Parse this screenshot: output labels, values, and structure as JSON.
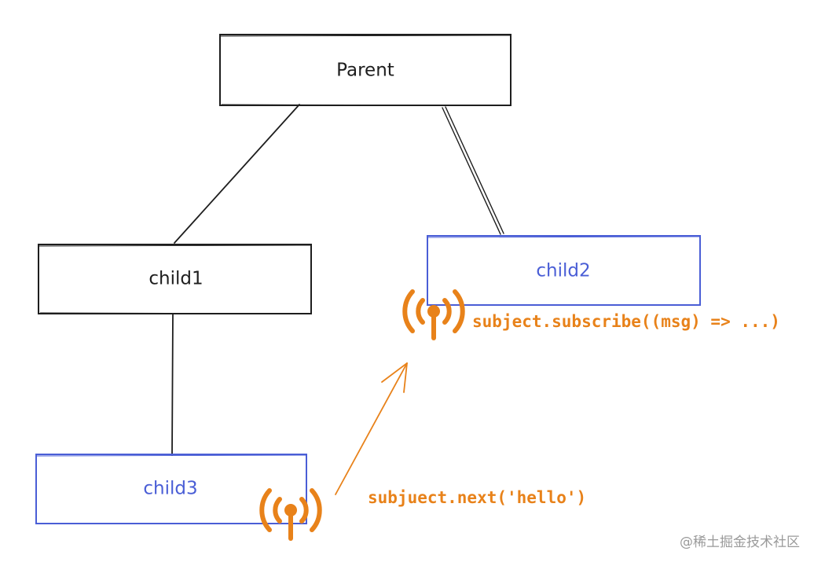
{
  "colors": {
    "black": "#1e1e1e",
    "blue": "#4a5ed6",
    "orange": "#e8821a",
    "watermark": "#9a9a9a"
  },
  "nodes": {
    "parent": {
      "label": "Parent"
    },
    "child1": {
      "label": "child1"
    },
    "child2": {
      "label": "child2"
    },
    "child3": {
      "label": "child3"
    }
  },
  "annotations": {
    "subscribe": "subject.subscribe((msg) => ...)",
    "next": "subjuect.next('hello')"
  },
  "icons": {
    "broadcast": "broadcast-antenna-icon"
  },
  "watermark": "@稀土掘金技术社区"
}
